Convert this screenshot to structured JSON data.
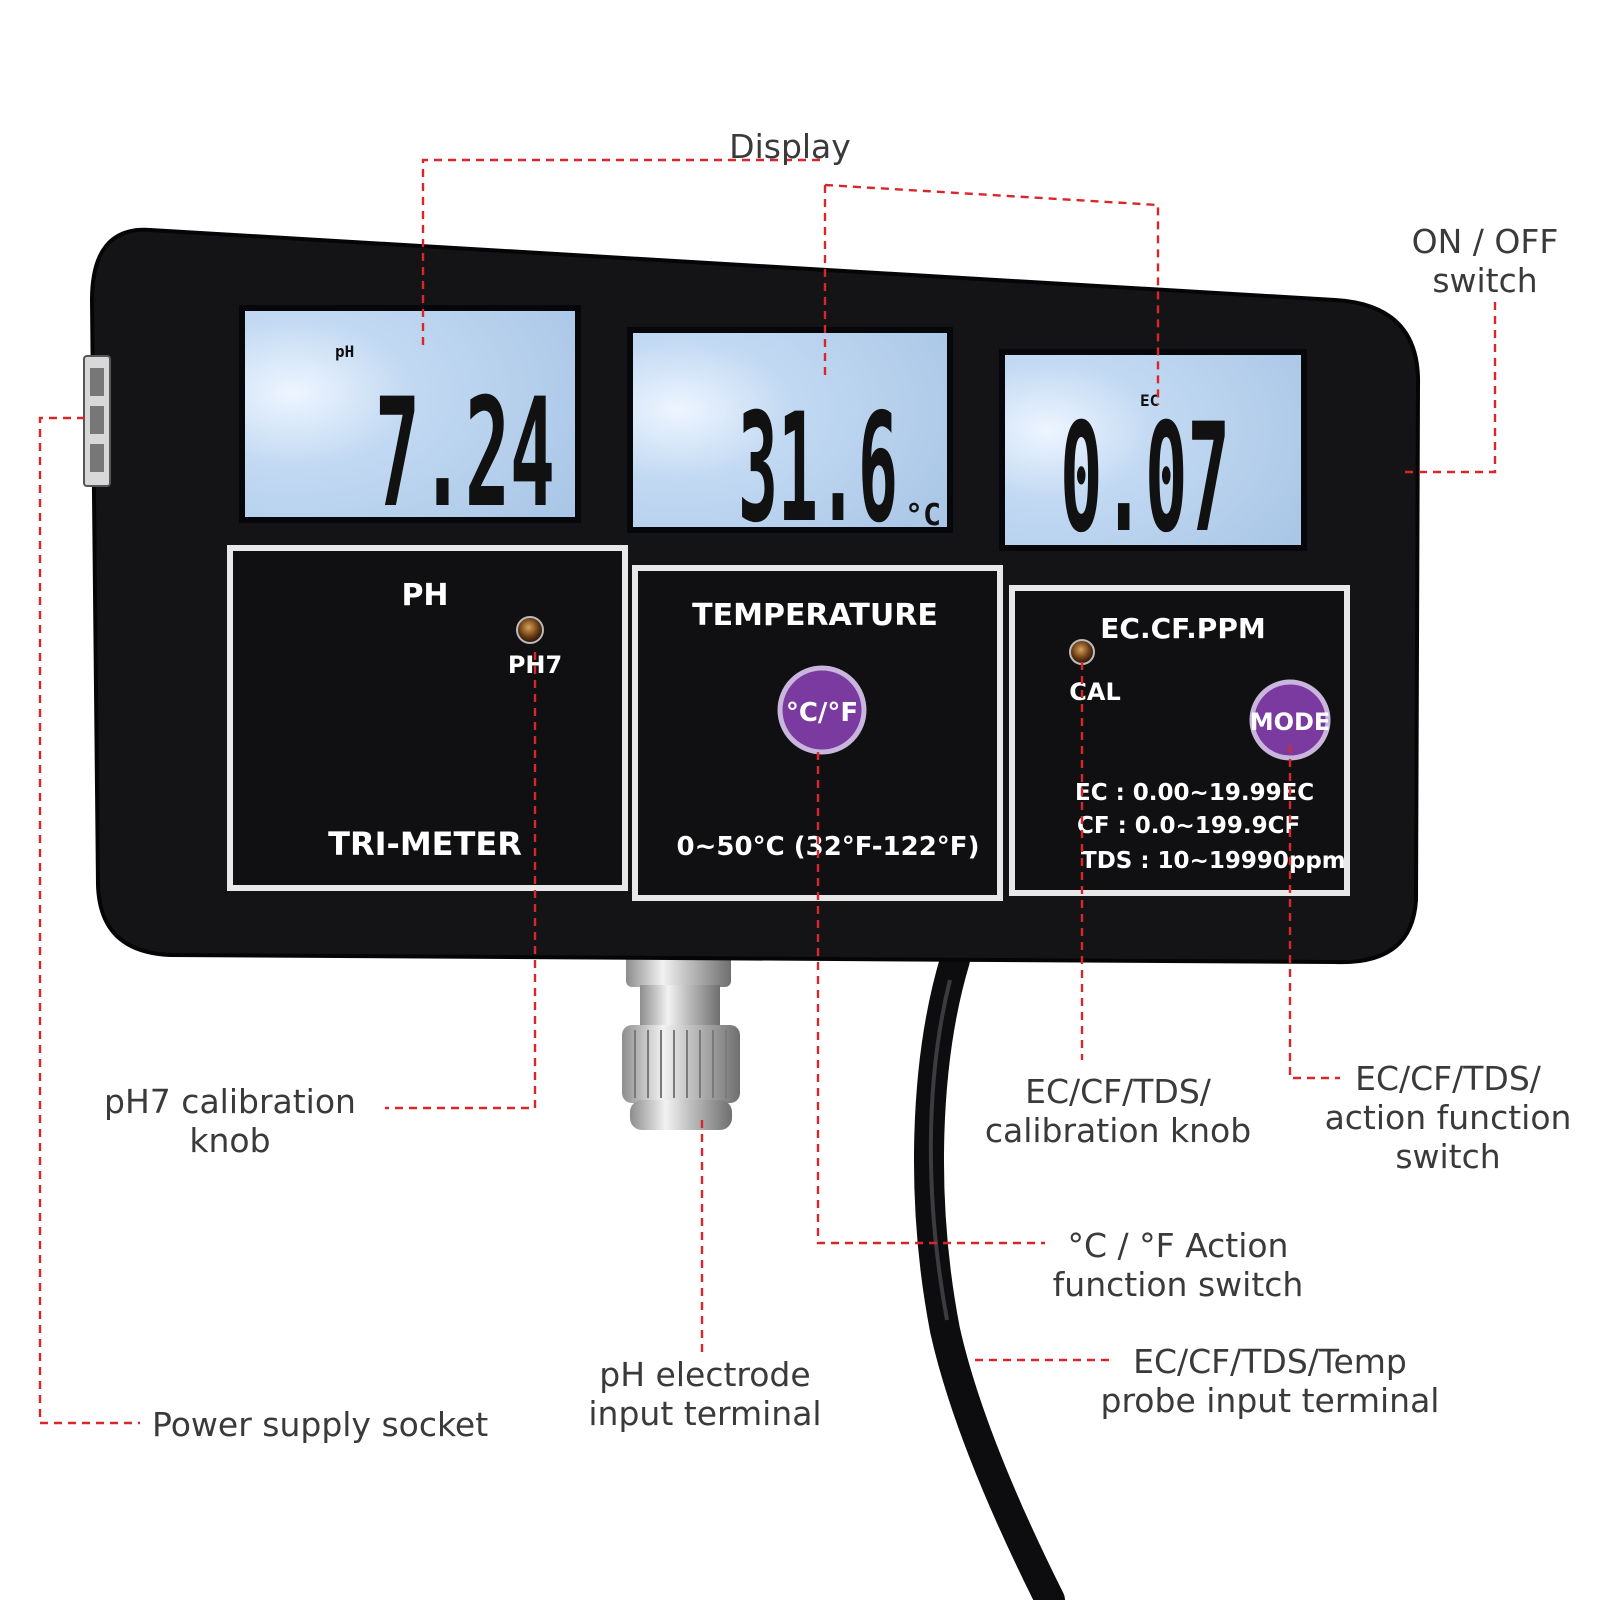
{
  "display": {
    "ph_unit": "pH",
    "ph_value": "7.24",
    "temp_value": "31.6",
    "temp_unit": "°C",
    "ec_unit": "EC",
    "ec_value": "0.07"
  },
  "panels": {
    "ph": {
      "title": "PH",
      "knob_label": "PH7",
      "footer": "TRI-METER"
    },
    "temperature": {
      "title": "TEMPERATURE",
      "button_label": "°C/°F",
      "range": "0~50°C (32°F-122°F)"
    },
    "ec": {
      "title": "EC.CF.PPM",
      "knob_label": "CAL",
      "button_label": "MODE",
      "specs": [
        "EC : 0.00~19.99EC",
        "CF : 0.0~199.9CF",
        "TDS : 10~19990ppm"
      ]
    }
  },
  "callouts": {
    "display": "Display",
    "on_off": [
      "ON / OFF",
      "switch"
    ],
    "ph7_knob": [
      "pH7 calibration",
      "knob"
    ],
    "ec_cal_knob": [
      "EC/CF/TDS/",
      "calibration knob"
    ],
    "ec_mode_switch": [
      "EC/CF/TDS/",
      "action function",
      "switch"
    ],
    "temp_switch": [
      "°C / °F Action",
      "function switch"
    ],
    "probe_terminal": [
      "EC/CF/TDS/Temp",
      "probe input terminal"
    ],
    "ph_electrode": [
      "pH electrode",
      "input terminal"
    ],
    "power_socket": "Power supply socket"
  },
  "colors": {
    "leader": "#d9262b",
    "lcd": "#b9d4ee",
    "button": "#7b3aa0",
    "body": "#141416"
  }
}
